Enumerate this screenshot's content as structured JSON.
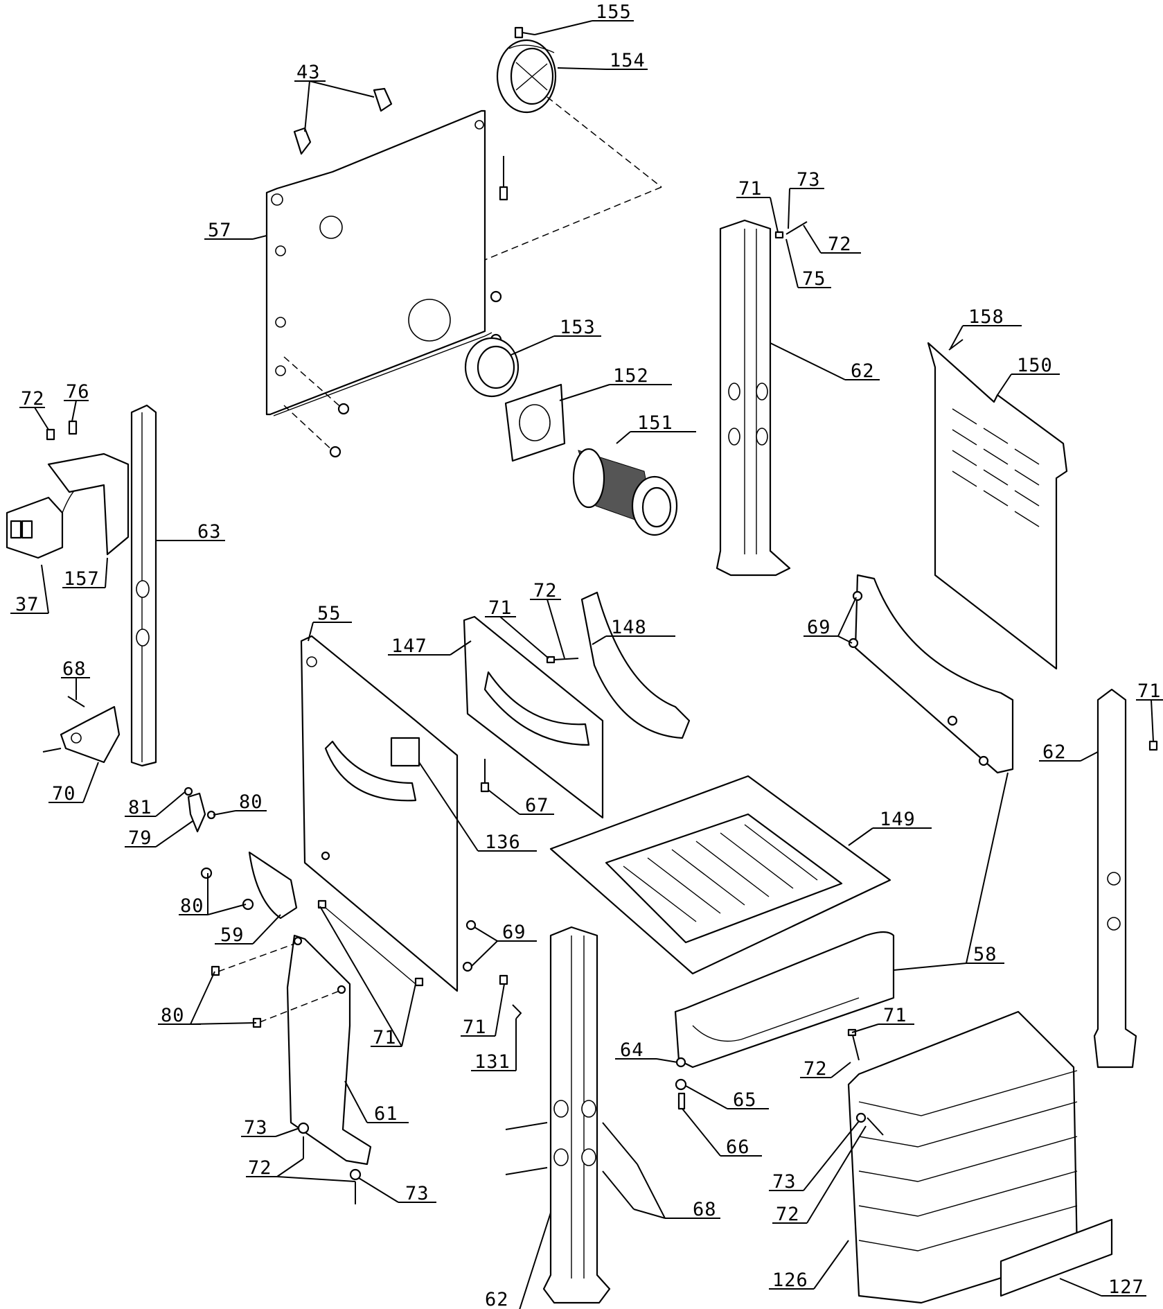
{
  "callouts": {
    "c155": "155",
    "c154": "154",
    "c43": "43",
    "c57": "57",
    "c153": "153",
    "c152": "152",
    "c151": "151",
    "c71a": "71",
    "c73a": "73",
    "c72a": "72",
    "c75": "75",
    "c62a": "62",
    "c158": "158",
    "c150": "150",
    "c72b": "72",
    "c76": "76",
    "c63": "63",
    "c157": "157",
    "c37": "37",
    "c55": "55",
    "c71b": "71",
    "c72c": "72",
    "c148": "148",
    "c147": "147",
    "c69a": "69",
    "c68a": "68",
    "c70": "70",
    "c81": "81",
    "c80a": "80",
    "c79": "79",
    "c67": "67",
    "c136": "136",
    "c149": "149",
    "c62b": "62",
    "c71c": "71",
    "c80b": "80",
    "c59": "59",
    "c69b": "69",
    "c58": "58",
    "c80c": "80",
    "c71d": "71",
    "c71e": "71",
    "c131": "131",
    "c64": "64",
    "c71f": "71",
    "c72d": "72",
    "c65": "65",
    "c61": "61",
    "c66": "66",
    "c73b": "73",
    "c72e": "72",
    "c73c": "73",
    "c73d": "73",
    "c68b": "68",
    "c72f": "72",
    "c62c": "62",
    "c126": "126",
    "c127": "127"
  }
}
